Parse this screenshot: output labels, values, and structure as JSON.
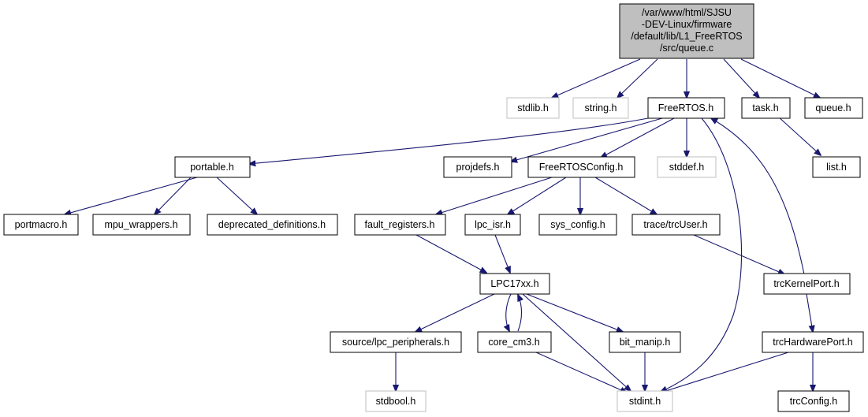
{
  "graph": {
    "root": {
      "lines": [
        "/var/www/html/SJSU",
        "-DEV-Linux/firmware",
        "/default/lib/L1_FreeRTOS",
        "/src/queue.c"
      ]
    },
    "nodes": {
      "stdlib": "stdlib.h",
      "string": "string.h",
      "freertos": "FreeRTOS.h",
      "task": "task.h",
      "queue": "queue.h",
      "portable": "portable.h",
      "projdefs": "projdefs.h",
      "freertosconfig": "FreeRTOSConfig.h",
      "stddef": "stddef.h",
      "list": "list.h",
      "portmacro": "portmacro.h",
      "mpu_wrappers": "mpu_wrappers.h",
      "deprecated": "deprecated_definitions.h",
      "fault_registers": "fault_registers.h",
      "lpc_isr": "lpc_isr.h",
      "sys_config": "sys_config.h",
      "trcuser": "trace/trcUser.h",
      "lpc17xx": "LPC17xx.h",
      "trckernelport": "trcKernelPort.h",
      "lpc_peripherals": "source/lpc_peripherals.h",
      "core_cm3": "core_cm3.h",
      "bit_manip": "bit_manip.h",
      "trchardwareport": "trcHardwarePort.h",
      "stdbool": "stdbool.h",
      "stdint": "stdint.h",
      "trcconfig": "trcConfig.h"
    },
    "colors": {
      "edge": "#191970",
      "root_fill": "#bfbfbf",
      "missing_border": "#bfbfbf",
      "node_border": "#000000"
    }
  }
}
